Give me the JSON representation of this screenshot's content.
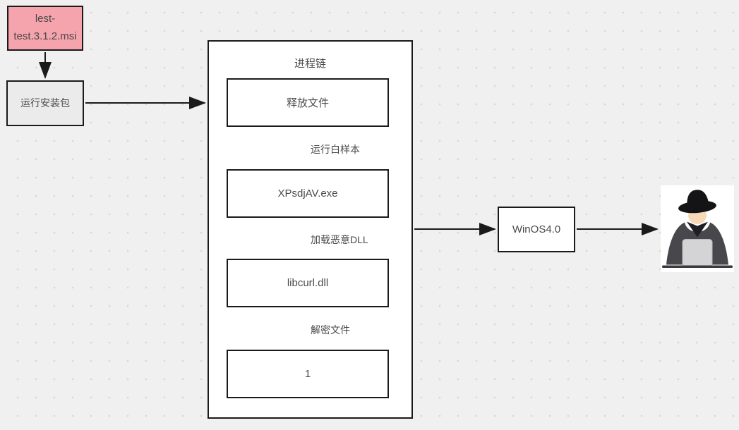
{
  "colors": {
    "canvas_bg": "#f0f0f1",
    "dot": "#d9d9d9",
    "border": "#1a1a1a",
    "text": "#4a4a4a",
    "installer_fill": "#f5a3ac",
    "gray_fill": "#ebebeb"
  },
  "nodes": {
    "installer_msi": {
      "line1": "lest-",
      "line2": "test.3.1.2.msi"
    },
    "run_installer": {
      "label": "运行安装包"
    },
    "process_chain": {
      "title": "进程链"
    },
    "drop_file": {
      "label": "释放文件"
    },
    "white_sample": {
      "label": "XPsdjAV.exe"
    },
    "malicious_dll": {
      "label": "libcurl.dll"
    },
    "decrypted_file": {
      "label": "1"
    },
    "winos": {
      "label": "WinOS4.0"
    },
    "hacker": {
      "icon": "hacker-at-laptop"
    }
  },
  "edges": [
    {
      "from": "installer_msi",
      "to": "run_installer",
      "label": ""
    },
    {
      "from": "run_installer",
      "to": "process_chain",
      "label": ""
    },
    {
      "from": "drop_file",
      "to": "white_sample",
      "label": "运行白样本"
    },
    {
      "from": "white_sample",
      "to": "malicious_dll",
      "label": "加载恶意DLL"
    },
    {
      "from": "malicious_dll",
      "to": "decrypted_file",
      "label": "解密文件"
    },
    {
      "from": "process_chain",
      "to": "winos",
      "label": ""
    },
    {
      "from": "winos",
      "to": "hacker",
      "label": ""
    }
  ]
}
